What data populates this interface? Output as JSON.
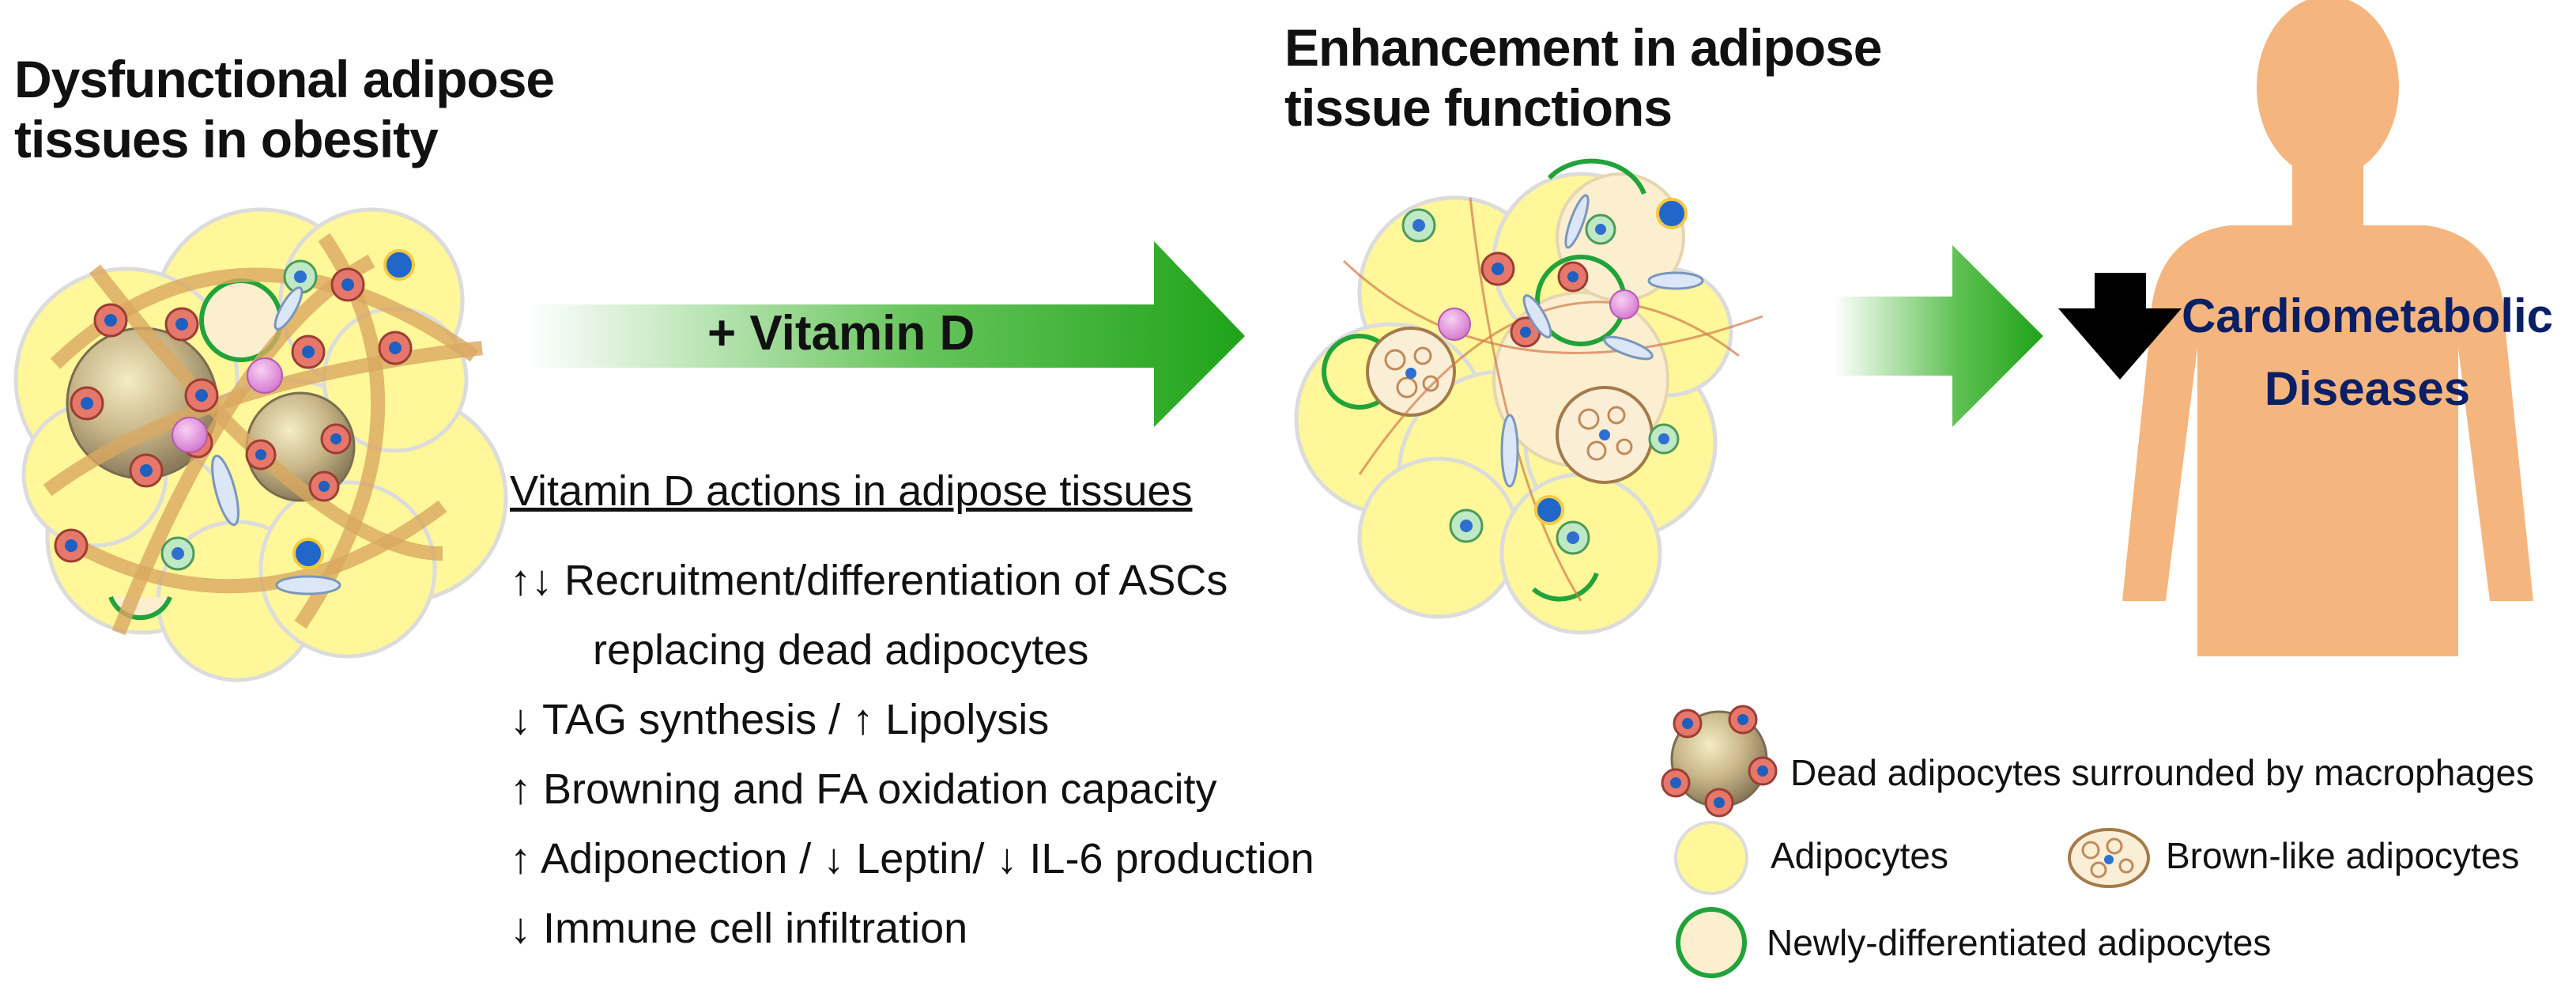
{
  "left_title": [
    "Dysfunctional adipose",
    "tissues in obesity"
  ],
  "right_title": [
    "Enhancement in adipose",
    "tissue functions"
  ],
  "arrow_label": "+ Vitamin D",
  "actions_title": "Vitamin D actions in adipose tissues",
  "actions": [
    "↑↓ Recruitment/differentiation of ASCs",
    "replacing dead adipocytes",
    "↓ TAG synthesis / ↑ Lipolysis",
    "↑ Browning and FA oxidation capacity",
    "↑ Adiponection / ↓ Leptin/ ↓ IL-6 production",
    "↓ Immune cell infiltration"
  ],
  "outcome": [
    "Cardiometabolic",
    "Diseases"
  ],
  "legend": {
    "dead": "Dead adipocytes surrounded by macrophages",
    "adipocytes": "Adipocytes",
    "brown": "Brown-like adipocytes",
    "new": "Newly-differentiated adipocytes"
  },
  "colors": {
    "adipocyte": "#fff799",
    "new_adipocyte_fill": "#fbefd0",
    "new_adipocyte_ring": "#21a33a",
    "arrow_green": "#22a51e",
    "human_body": "#f5b57f",
    "outcome_text": "#0b1f66",
    "macrophage": "#e6776b",
    "fibrosis": "#d9a860"
  }
}
